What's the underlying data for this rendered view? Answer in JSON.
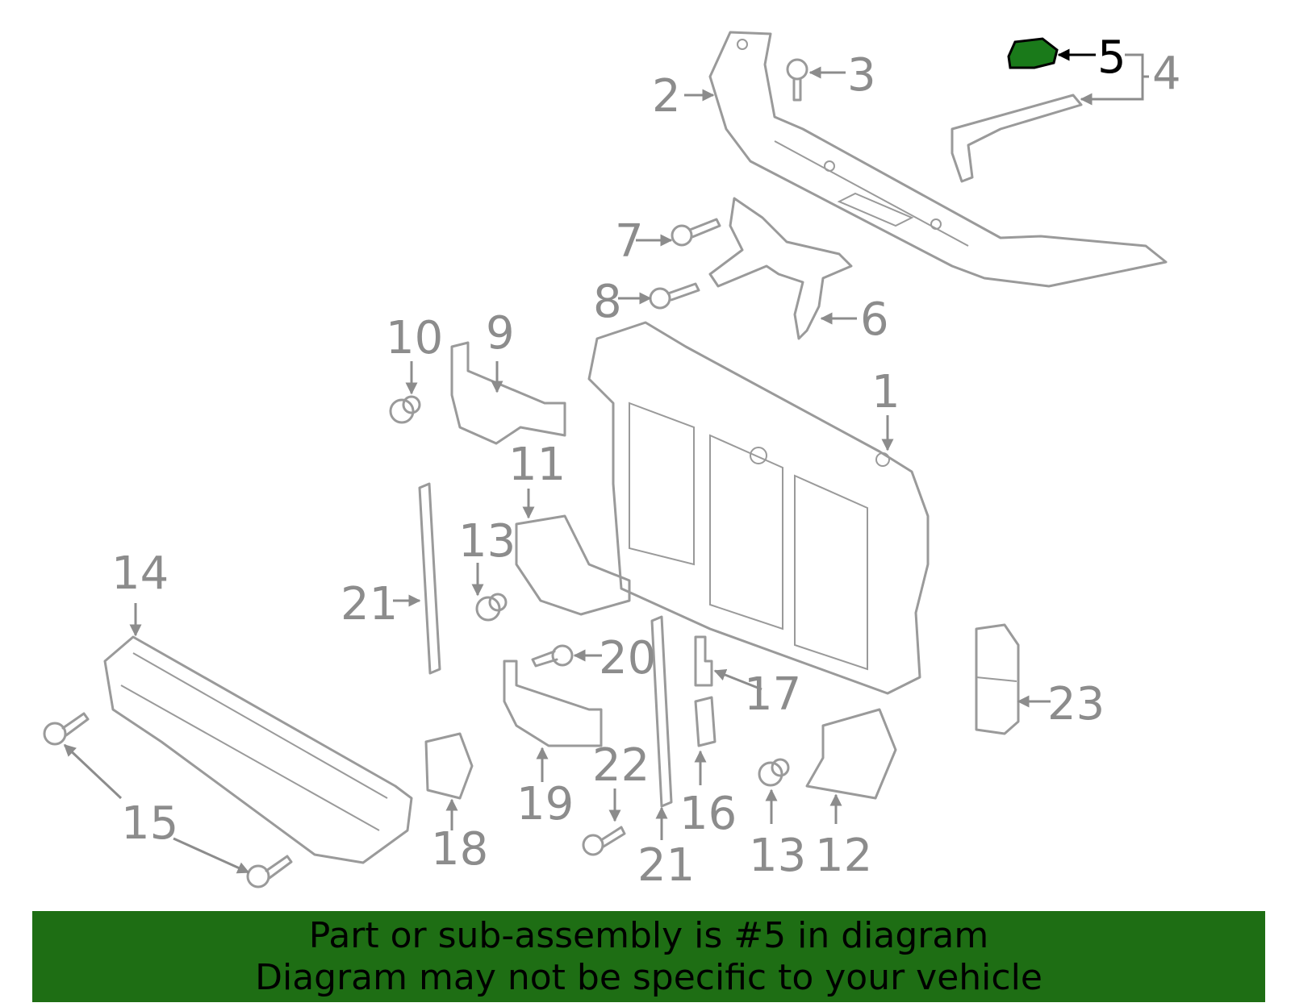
{
  "highlight_color": "#1e6e14",
  "highlighted_part": "5",
  "callouts": [
    "1",
    "2",
    "3",
    "4",
    "5",
    "6",
    "7",
    "8",
    "9",
    "10",
    "11",
    "12",
    "13",
    "13",
    "14",
    "15",
    "16",
    "17",
    "18",
    "19",
    "20",
    "21",
    "21",
    "22",
    "23"
  ],
  "banner": {
    "line1": "Part or sub-assembly is #5 in diagram",
    "line2": "Diagram may not be specific to your vehicle"
  }
}
